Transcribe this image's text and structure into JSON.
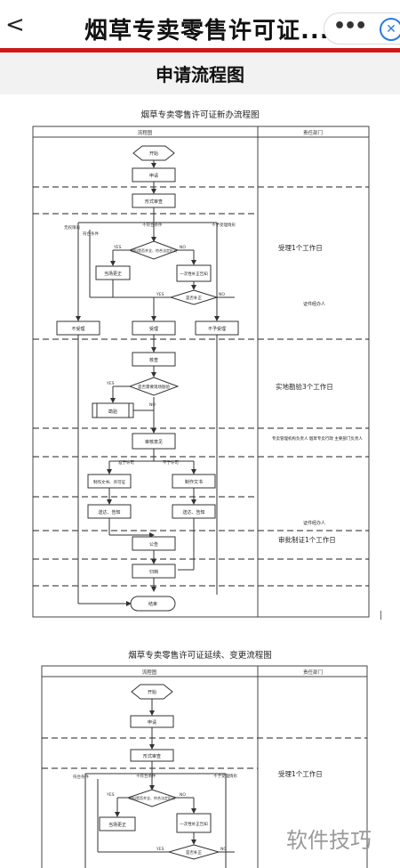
{
  "header": {
    "back_icon": "chevron-left-icon",
    "title": "烟草专卖零售许可证...",
    "more_icon": "more-dots-icon",
    "close_icon": "close-circle-icon",
    "accent_color": "#d01818"
  },
  "section": {
    "title": "申请流程图"
  },
  "chart1": {
    "title": "烟草专卖零售许可证新办流程图",
    "col_flow": "流程图",
    "col_side": "责任部门",
    "steps": {
      "start": "开始",
      "apply": "申请",
      "form_review": "形式审查",
      "decision_complete": "材料是否齐全、符合法定形式",
      "correct_now": "当场更正",
      "one_time_notice": "一次性补正告知",
      "decision_corrected": "是否补正",
      "not_qualified": "不受理",
      "accept": "受理",
      "not_accept": "不予受理",
      "inspect": "核查",
      "decision_site": "是否需要现场勘验",
      "site": "勘验",
      "review": "审核意见",
      "make_cert": "制作文书、许可证",
      "make_doc": "制作文书",
      "deliver_notice": "送达、告知",
      "deliver_notice2": "送达、告知",
      "publish": "公告",
      "archive": "归档",
      "end": "结束"
    },
    "branches": {
      "no_permission": "无权限的",
      "meets": "符合条件",
      "not_meets": "不符合条件",
      "not_scope": "不予受理情形",
      "yes": "YES",
      "no": "NO",
      "grant": "准予许可",
      "deny": "不予许可"
    },
    "side": {
      "accept_days": "受理1个工作日",
      "handler": "证件经办人",
      "site_days": "实地勘验3个工作日",
      "review_roles": "专卖管理机构负责人 烟草专卖行政 主要部门负责人",
      "cert_handler": "证件经办人",
      "approve_days": "审批制证1个工作日"
    }
  },
  "chart2": {
    "title": "烟草专卖零售许可证延续、变更流程图",
    "col_flow": "流程图",
    "col_side": "责任部门",
    "steps": {
      "start": "开始",
      "apply": "申请",
      "form_review": "形式审查",
      "decision_complete": "材料是否齐全、符合法定形式",
      "correct_now": "当场更正",
      "one_time_notice": "一次性补正告知",
      "decision_corrected": "是否补正"
    },
    "branches": {
      "meets": "符合条件",
      "not_meets": "不符合条件",
      "not_scope": "不予受理情形",
      "yes": "YES",
      "no": "NO"
    },
    "side": {
      "accept_days": "受理1个工作日"
    }
  },
  "watermark": "软件技巧"
}
